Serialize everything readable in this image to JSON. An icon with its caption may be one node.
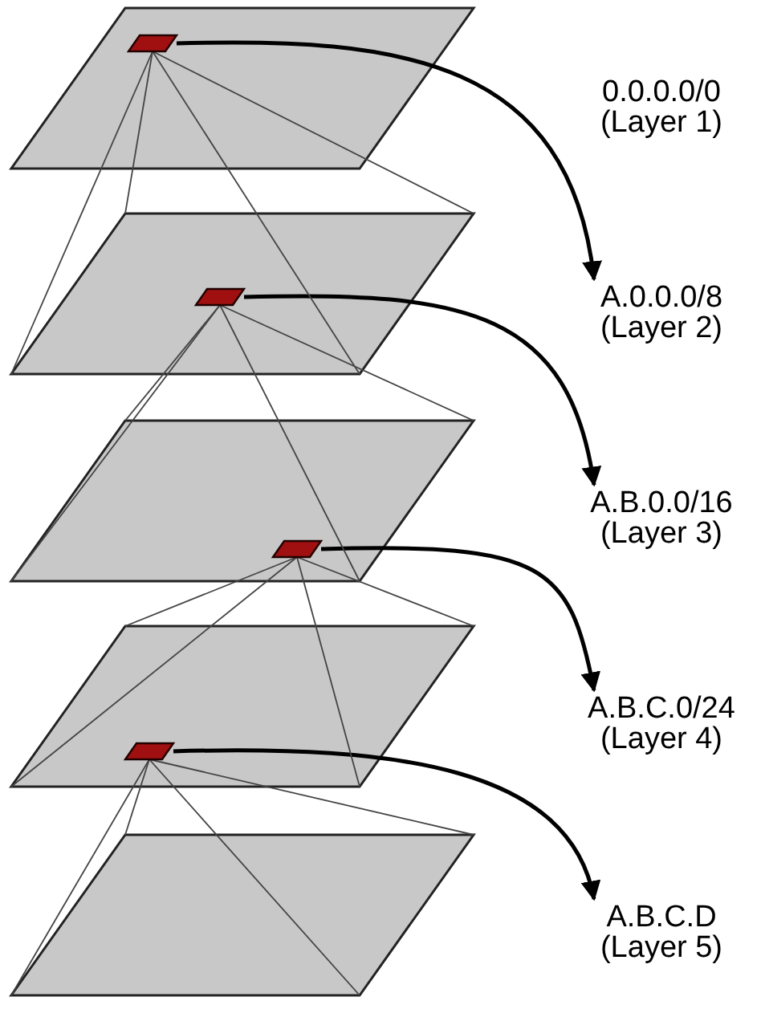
{
  "diagram": {
    "nodes": [
      {
        "text": [],
        "shape": "parallelogram"
      },
      {
        "text": [],
        "shape": "parallelogram",
        "in": 0
      },
      {
        "text": [
          "0.0.0.0/0",
          "(Layer 1)"
        ]
      },
      {
        "text": [],
        "shape": "parallelogram"
      },
      {
        "text": [],
        "shape": "parallelogram",
        "in": 3
      },
      {
        "text": [
          "A.0.0.0/8",
          "(Layer 2)"
        ]
      },
      {
        "text": [],
        "shape": "parallelogram"
      },
      {
        "text": [],
        "shape": "parallelogram",
        "in": 6
      },
      {
        "text": [
          "A.B.0.0/16",
          "(Layer 3)"
        ]
      },
      {
        "text": [],
        "shape": "parallelogram"
      },
      {
        "text": [],
        "shape": "parallelogram",
        "in": 9
      },
      {
        "text": [
          "A.B.C.0/24",
          "(Layer 4)"
        ]
      },
      {
        "text": [],
        "shape": "parallelogram"
      },
      {
        "text": [
          "A.B.C.D",
          "(Layer 5)"
        ]
      }
    ],
    "edges": [
      {
        "from": 1,
        "to": 5,
        "arrow": "to",
        "style": "thick"
      },
      {
        "from": 4,
        "to": 8,
        "arrow": "to",
        "style": "thick"
      },
      {
        "from": 7,
        "to": 11,
        "arrow": "to",
        "style": "thick"
      },
      {
        "from": 10,
        "to": 13,
        "arrow": "to",
        "style": "thick"
      },
      {
        "from": 1,
        "to": 3,
        "arrow": "none"
      },
      {
        "from": 1,
        "to": 3,
        "arrow": "none"
      },
      {
        "from": 1,
        "to": 3,
        "arrow": "none"
      },
      {
        "from": 1,
        "to": 3,
        "arrow": "none"
      },
      {
        "from": 4,
        "to": 6,
        "arrow": "none"
      },
      {
        "from": 4,
        "to": 6,
        "arrow": "none"
      },
      {
        "from": 4,
        "to": 6,
        "arrow": "none"
      },
      {
        "from": 4,
        "to": 6,
        "arrow": "none"
      },
      {
        "from": 7,
        "to": 9,
        "arrow": "none"
      },
      {
        "from": 7,
        "to": 9,
        "arrow": "none"
      },
      {
        "from": 7,
        "to": 9,
        "arrow": "none"
      },
      {
        "from": 7,
        "to": 9,
        "arrow": "none"
      },
      {
        "from": 10,
        "to": 12,
        "arrow": "none"
      },
      {
        "from": 10,
        "to": 12,
        "arrow": "none"
      },
      {
        "from": 10,
        "to": 12,
        "arrow": "none"
      },
      {
        "from": 10,
        "to": 12,
        "arrow": "none"
      }
    ]
  }
}
